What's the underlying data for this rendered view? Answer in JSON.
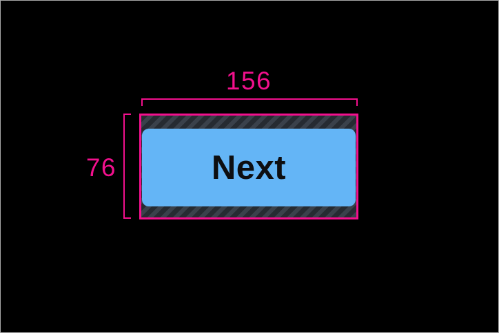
{
  "inspector": {
    "width_label": "156",
    "height_label": "76"
  },
  "button": {
    "label": "Next"
  },
  "icons": {
    "width_bracket": "horizontal-measure-bracket",
    "height_bracket": "vertical-measure-bracket"
  },
  "colors": {
    "canvas_bg": "#000000",
    "frame_border": "#A9A9A9",
    "accent": "#F2108D",
    "hatch_base": "#3A414B",
    "hatch_stripe": "#262B32",
    "button_fill": "#64B5F6",
    "button_text": "#0D0E11"
  }
}
